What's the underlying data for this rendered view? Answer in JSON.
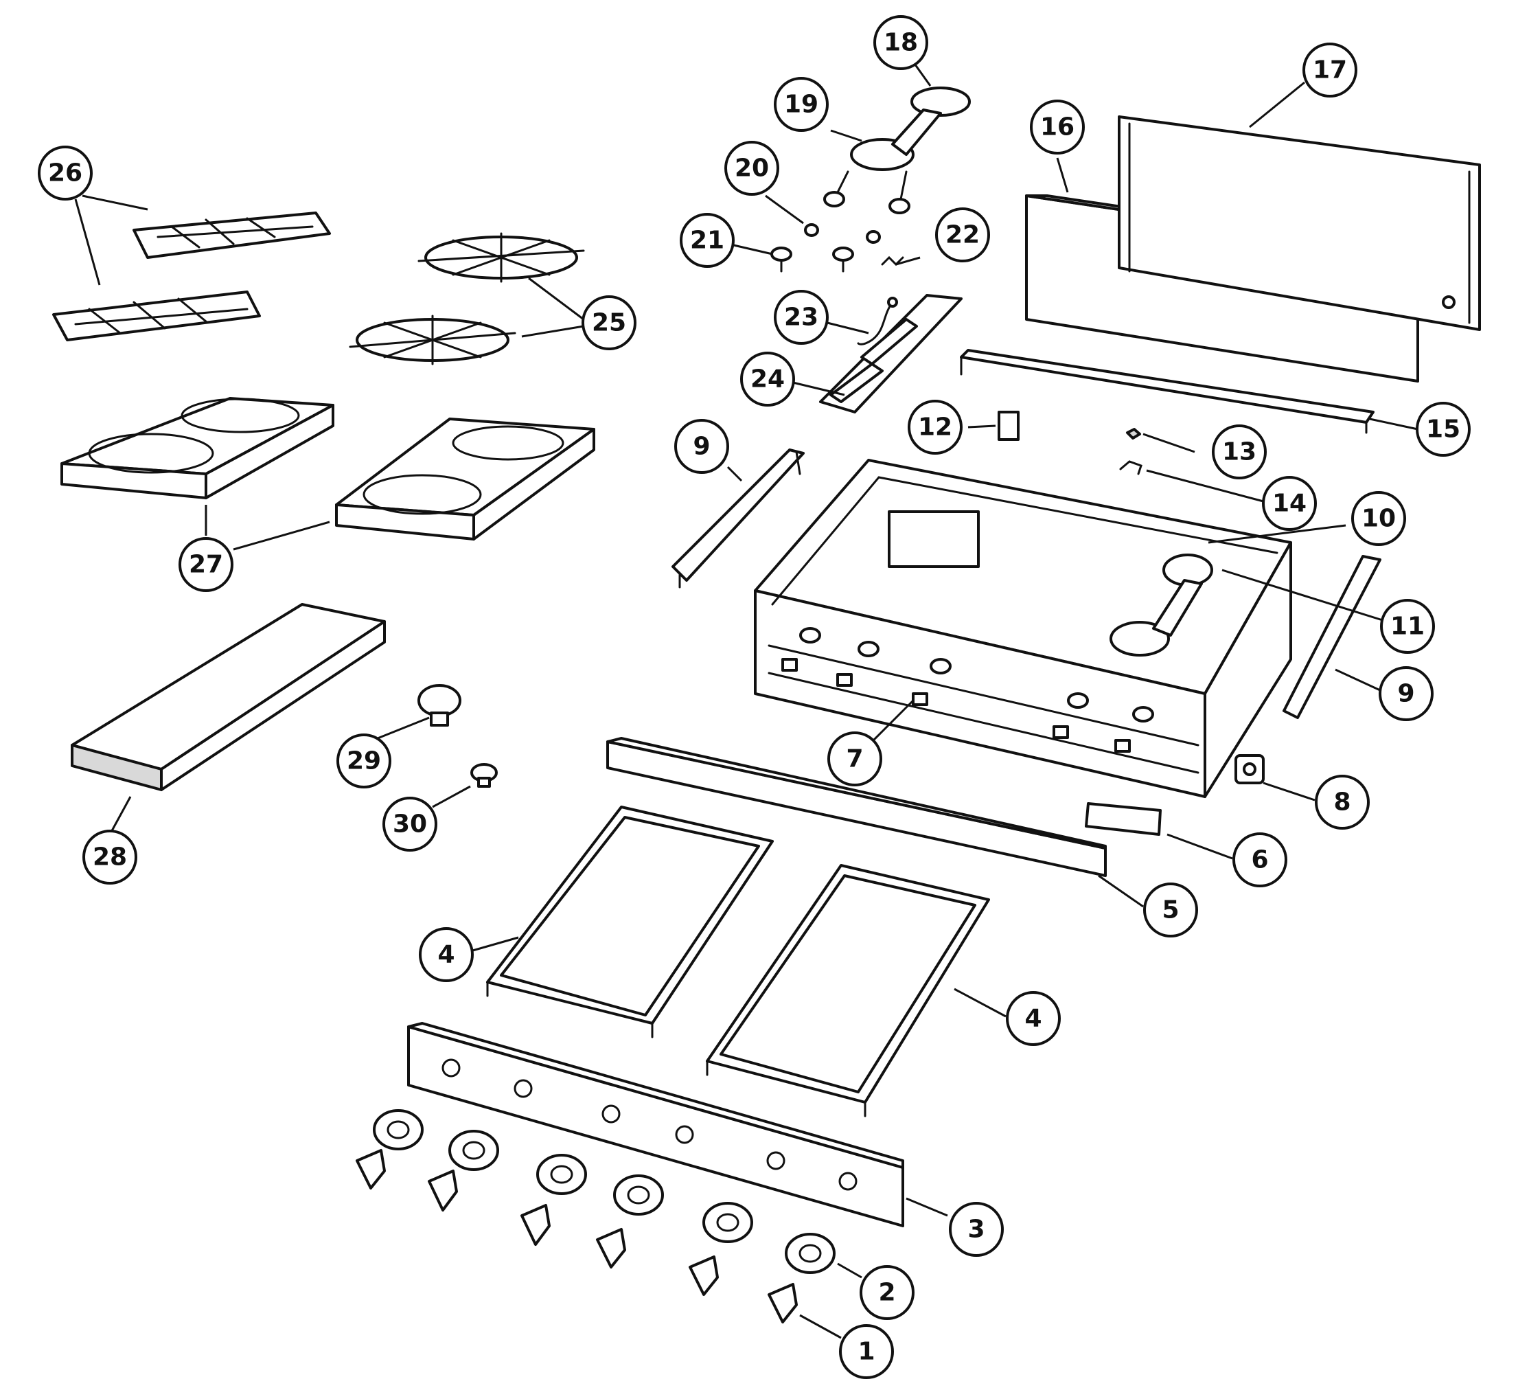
{
  "callouts": [
    {
      "id": "c1",
      "label": "1"
    },
    {
      "id": "c2",
      "label": "2"
    },
    {
      "id": "c3",
      "label": "3"
    },
    {
      "id": "c4a",
      "label": "4"
    },
    {
      "id": "c4b",
      "label": "4"
    },
    {
      "id": "c5",
      "label": "5"
    },
    {
      "id": "c6",
      "label": "6"
    },
    {
      "id": "c7",
      "label": "7"
    },
    {
      "id": "c8",
      "label": "8"
    },
    {
      "id": "c9a",
      "label": "9"
    },
    {
      "id": "c9b",
      "label": "9"
    },
    {
      "id": "c10",
      "label": "10"
    },
    {
      "id": "c11",
      "label": "11"
    },
    {
      "id": "c12",
      "label": "12"
    },
    {
      "id": "c13",
      "label": "13"
    },
    {
      "id": "c14",
      "label": "14"
    },
    {
      "id": "c15",
      "label": "15"
    },
    {
      "id": "c16",
      "label": "16"
    },
    {
      "id": "c17",
      "label": "17"
    },
    {
      "id": "c18",
      "label": "18"
    },
    {
      "id": "c19",
      "label": "19"
    },
    {
      "id": "c20",
      "label": "20"
    },
    {
      "id": "c21",
      "label": "21"
    },
    {
      "id": "c22",
      "label": "22"
    },
    {
      "id": "c23",
      "label": "23"
    },
    {
      "id": "c24",
      "label": "24"
    },
    {
      "id": "c25",
      "label": "25"
    },
    {
      "id": "c26",
      "label": "26"
    },
    {
      "id": "c27",
      "label": "27"
    },
    {
      "id": "c28",
      "label": "28"
    },
    {
      "id": "c29",
      "label": "29"
    },
    {
      "id": "c30",
      "label": "30"
    }
  ]
}
